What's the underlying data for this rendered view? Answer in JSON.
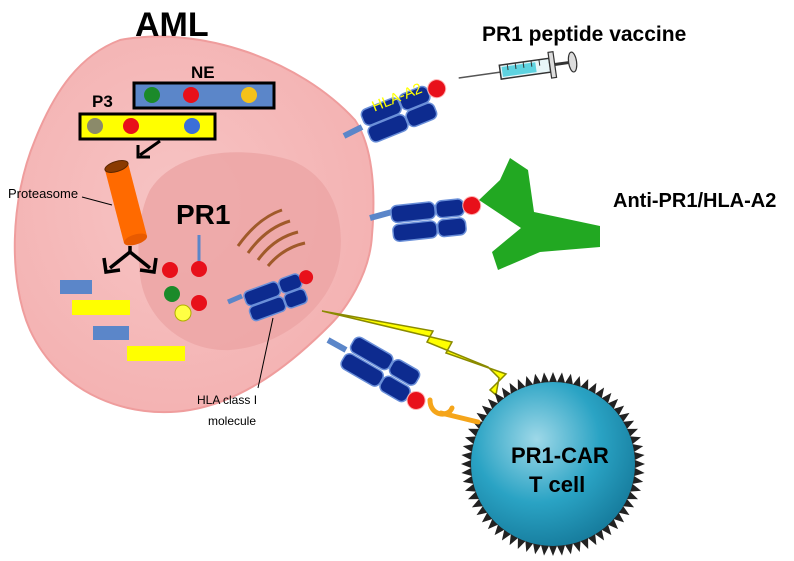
{
  "labels": {
    "aml": "AML",
    "ne": "NE",
    "p3": "P3",
    "proteasome": "Proteasome",
    "pr1": "PR1",
    "hla_class_i_line1": "HLA class I",
    "hla_class_i_line2": "molecule",
    "hla_a2_tag": "HLA-A2",
    "vaccine": "PR1 peptide vaccine",
    "antibody": "Anti-PR1/HLA-A2",
    "car_line1": "PR1-CAR",
    "car_line2": "T cell"
  },
  "icons": {
    "syringe": "syringe-icon",
    "antibody": "y-shaped-antibody-icon",
    "signal": "lightning-bolt-icon",
    "receptor": "car-receptor-icon"
  },
  "colors": {
    "cell_fill": "#f5b8b8",
    "nucleus_fill": "#eba3a3",
    "hla_blue": "#0d2b8f",
    "peptide_red": "#e8101a",
    "antibody_green": "#1ea51e",
    "bolt_yellow": "#ffff00",
    "car_cell": "#2aa3c4",
    "receptor_orange": "#f5a51a",
    "proteasome_orange": "#ff6a00",
    "ne_bar_blue": "#5b86c9",
    "p3_bar_yellow": "#ffff00"
  }
}
